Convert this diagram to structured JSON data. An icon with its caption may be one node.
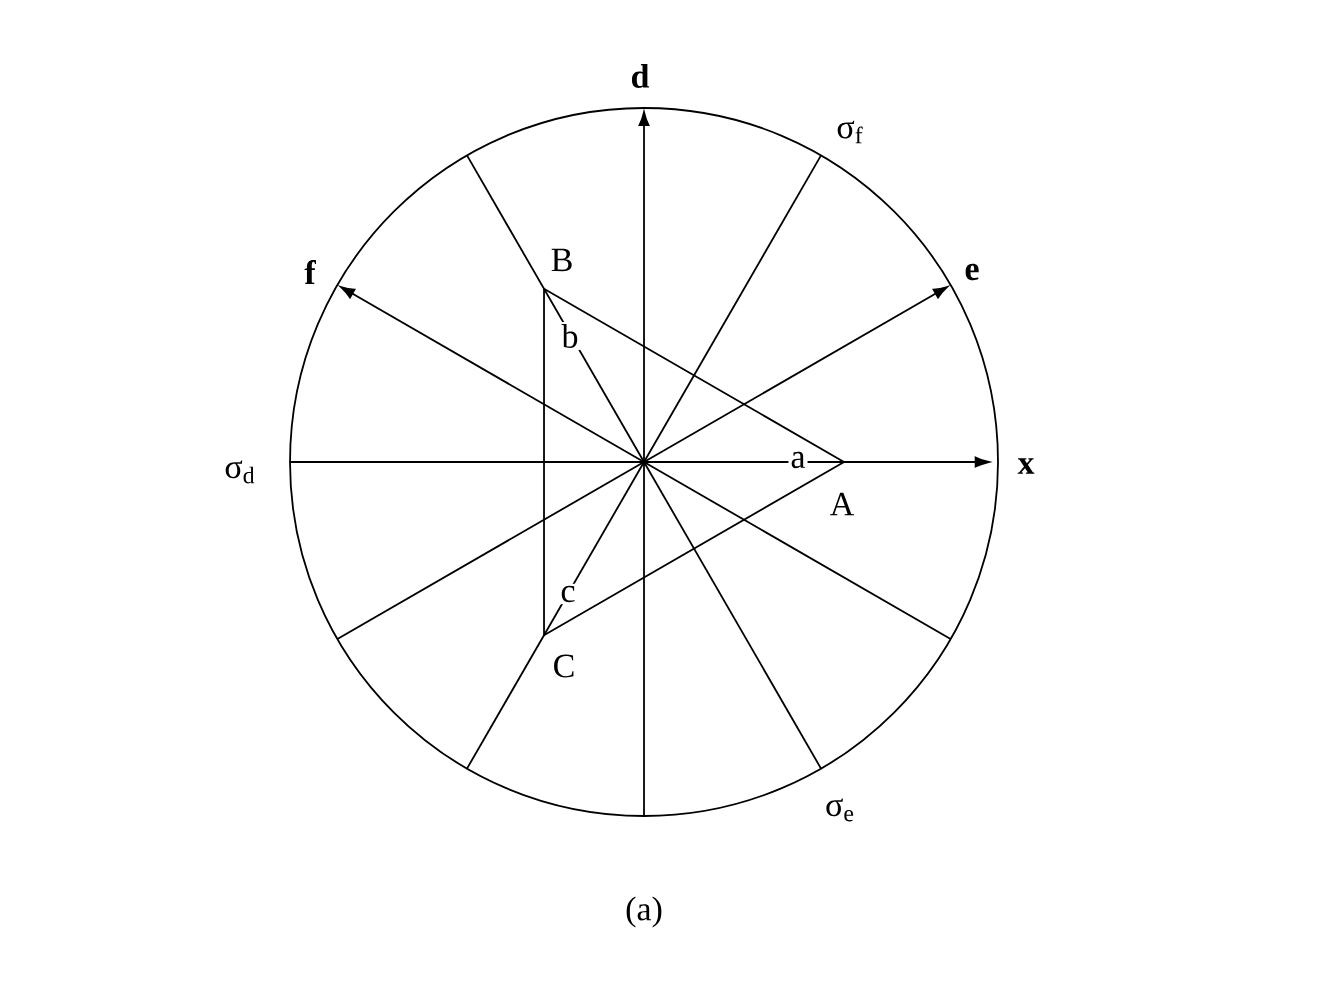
{
  "diagram": {
    "caption": "(a)",
    "labels": [
      "d",
      "σ$_{f}$",
      "f",
      "B",
      "e",
      "b",
      "σ$_{d}$",
      "a",
      "x",
      "A",
      "c",
      "C",
      "σ$_{e}$"
    ]
  }
}
